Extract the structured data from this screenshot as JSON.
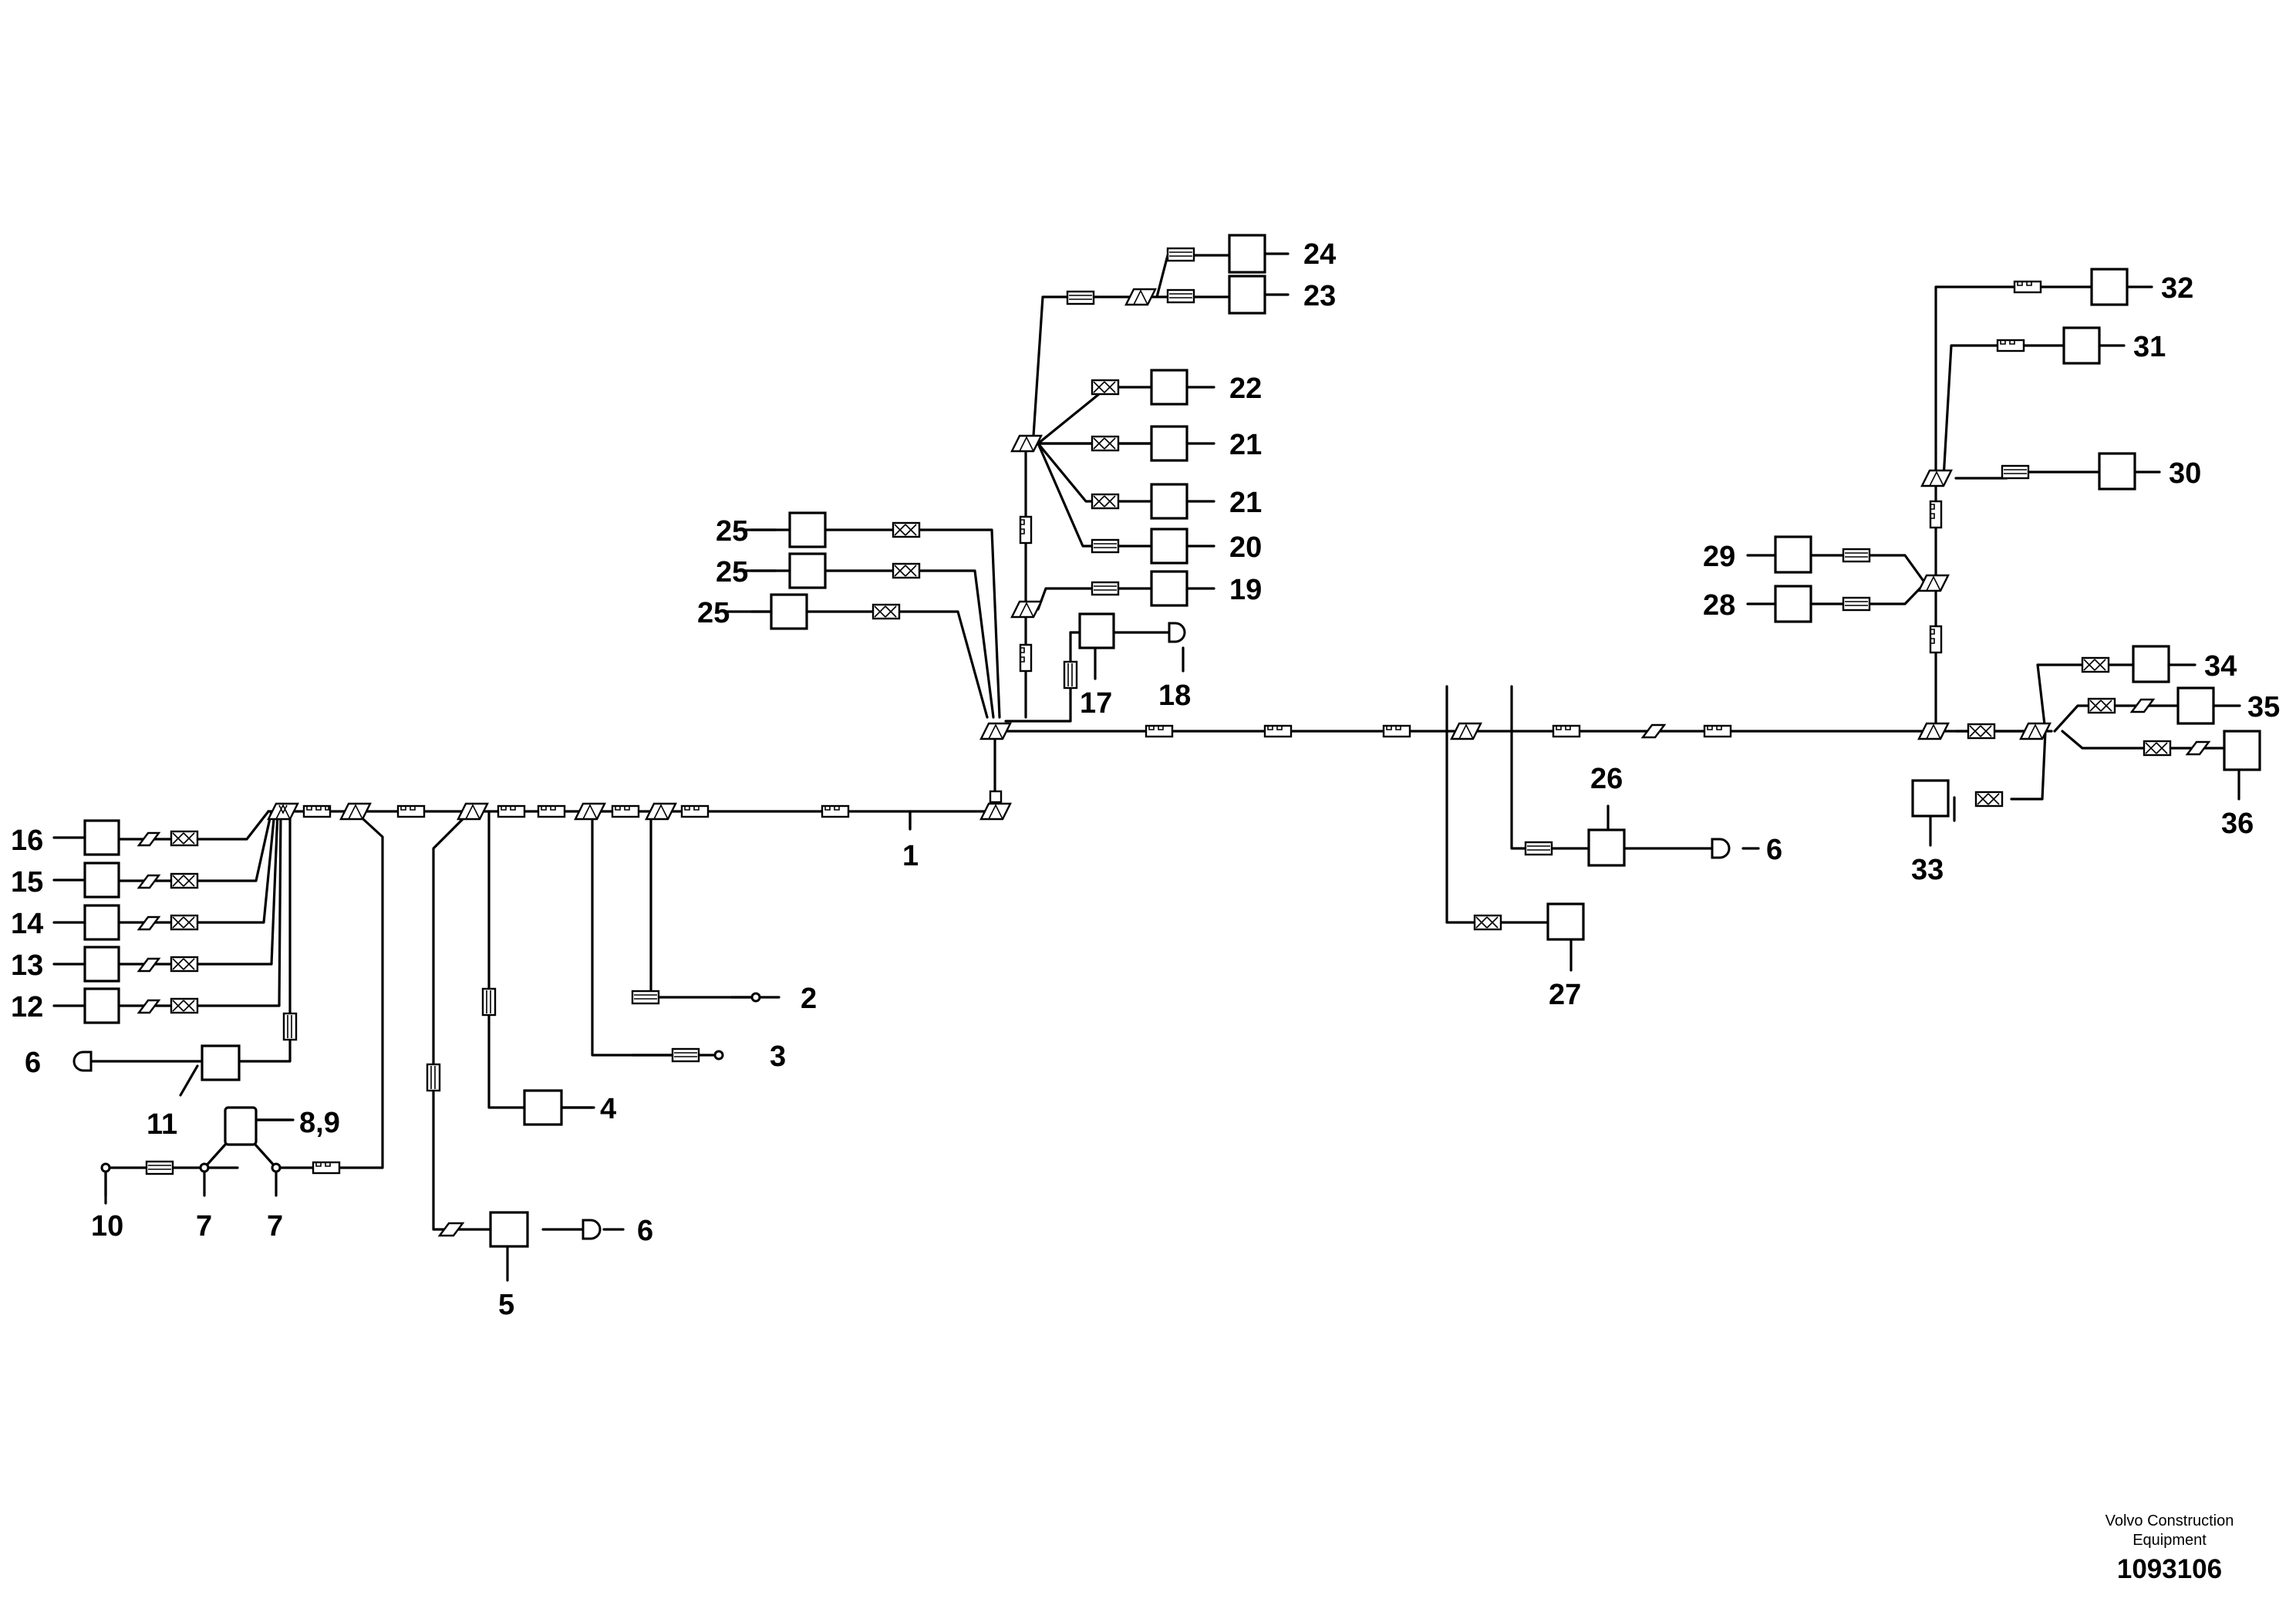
{
  "callouts": {
    "c1": "1",
    "c2": "2",
    "c3": "3",
    "c4": "4",
    "c5": "5",
    "c6a": "6",
    "c6b": "6",
    "c6c": "6",
    "c7a": "7",
    "c7b": "7",
    "c89": "8,9",
    "c10": "10",
    "c11": "11",
    "c12": "12",
    "c13": "13",
    "c14": "14",
    "c15": "15",
    "c16": "16",
    "c17": "17",
    "c18": "18",
    "c19": "19",
    "c20": "20",
    "c21a": "21",
    "c21b": "21",
    "c22": "22",
    "c23": "23",
    "c24": "24",
    "c25a": "25",
    "c25b": "25",
    "c25c": "25",
    "c26": "26",
    "c27": "27",
    "c28": "28",
    "c29": "29",
    "c30": "30",
    "c31": "31",
    "c32": "32",
    "c33": "33",
    "c34": "34",
    "c35": "35",
    "c36": "36"
  },
  "footer": {
    "company_line1": "Volvo Construction",
    "company_line2": "Equipment",
    "document_number": "1093106"
  }
}
